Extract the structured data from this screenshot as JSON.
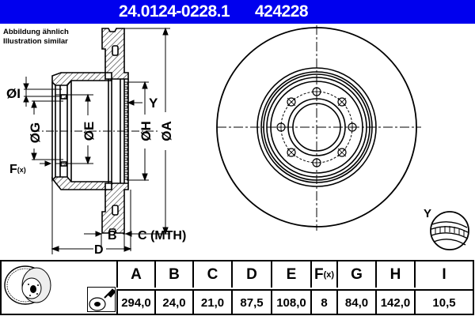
{
  "header": {
    "part_number": "24.0124-0228.1",
    "short_number": "424228",
    "background_color": "#0000ee"
  },
  "caption": {
    "line1": "Abbildung ähnlich",
    "line2": "Illustration similar"
  },
  "diagram_labels": {
    "dim_I": "ØI",
    "dim_G": "ØG",
    "dim_E": "ØE",
    "dim_H": "ØH",
    "dim_A": "ØA",
    "dim_Y": "Y",
    "dim_F": "F",
    "dim_F_sub": "(x)",
    "dim_B": "B",
    "dim_C": "C (MTH)",
    "dim_D": "D",
    "detail_Y": "Y"
  },
  "table": {
    "columns": [
      {
        "key": "A",
        "label": "A",
        "value": "294,0"
      },
      {
        "key": "B",
        "label": "B",
        "value": "24,0"
      },
      {
        "key": "C",
        "label": "C",
        "value": "21,0"
      },
      {
        "key": "D",
        "label": "D",
        "value": "87,5"
      },
      {
        "key": "E",
        "label": "E",
        "value": "108,0"
      },
      {
        "key": "F",
        "label": "F",
        "label_sub": "(x)",
        "value": "8"
      },
      {
        "key": "G",
        "label": "G",
        "value": "84,0"
      },
      {
        "key": "H",
        "label": "H",
        "value": "142,0"
      },
      {
        "key": "I",
        "label": "I",
        "value": "10,5"
      }
    ]
  },
  "icons": [
    "brake-disc-thumbnail-icon",
    "disc-coating-spray-icon",
    "detail-y-magnifier-icon"
  ]
}
